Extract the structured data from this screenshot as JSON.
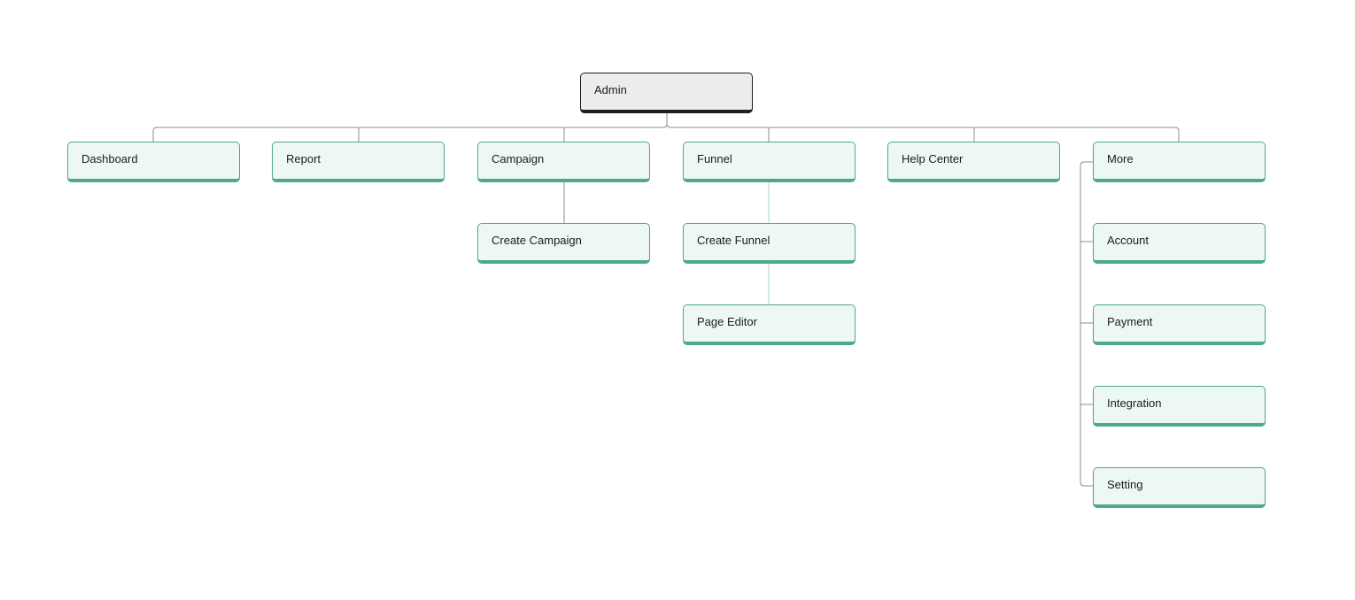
{
  "diagram": {
    "root": {
      "label": "Admin"
    },
    "sections": [
      {
        "label": "Dashboard",
        "children": []
      },
      {
        "label": "Report",
        "children": []
      },
      {
        "label": "Campaign",
        "children": [
          "Create Campaign"
        ]
      },
      {
        "label": "Funnel",
        "children": [
          "Create Funnel",
          "Page Editor"
        ]
      },
      {
        "label": "Help Center",
        "children": []
      },
      {
        "label": "More",
        "children": [
          "Account",
          "Payment",
          "Integration",
          "Setting"
        ]
      }
    ],
    "colors": {
      "node_fill": "#edf8f4",
      "node_border": "#4ea88e",
      "root_fill": "#ececec",
      "root_border": "#1a2220",
      "connector": "#8a8f8d",
      "connector_light": "#a8d4c8"
    }
  }
}
